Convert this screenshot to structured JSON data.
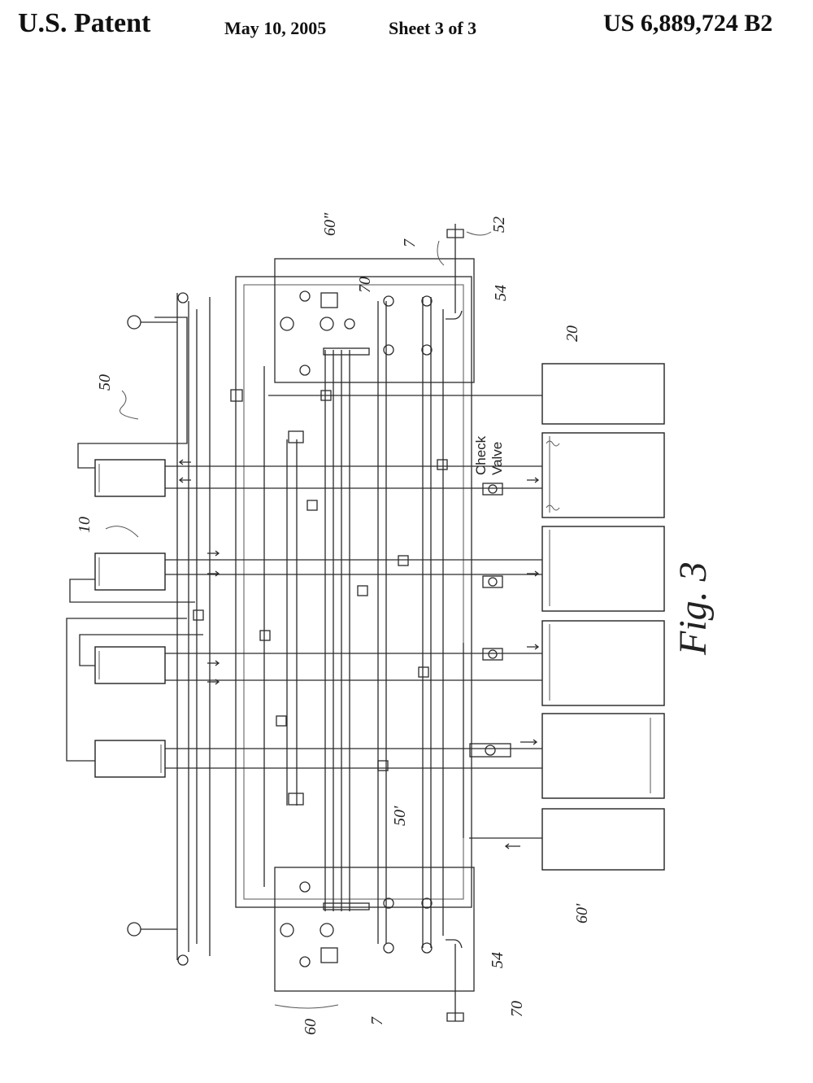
{
  "header": {
    "publisher": "U.S. Patent",
    "date": "May 10, 2005",
    "sheet": "Sheet 3 of 3",
    "patent_number": "US 6,889,724 B2"
  },
  "figure": {
    "caption": "Fig. 3",
    "check_valve_label_line1": "Check",
    "check_valve_label_line2": "Valve",
    "ref_labels": {
      "r50": "50",
      "r10": "10",
      "r20": "20",
      "r52": "52",
      "r54_top": "54",
      "r54_bottom": "54",
      "r7_top": "7",
      "r7_bottom": "7",
      "r60dd": "60\"",
      "r60d": "60'",
      "r60": "60",
      "r70_top": "70",
      "r70_bottom": "70",
      "r50d": "50'"
    }
  }
}
